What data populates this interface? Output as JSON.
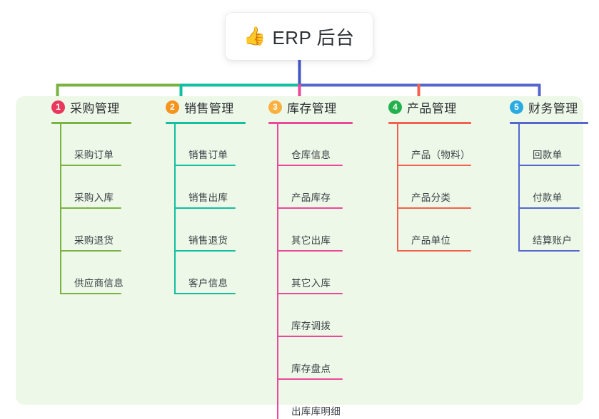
{
  "root": {
    "icon": "thumbs-up-icon",
    "emoji": "👍",
    "title": "ERP 后台"
  },
  "palette": {
    "panel_background": "#eef8e8",
    "page_background": "#ffffff",
    "root_text": "#2f3337",
    "stem_blue": "#4056c4",
    "bar_green": "#79b341",
    "bar_teal": "#12bfa0",
    "bar_blue": "#5566cf"
  },
  "columns": [
    {
      "number": "1",
      "title": "采购管理",
      "badge_color": "#e8395d",
      "rule_color": "#79b341",
      "drop_color": "#79b341",
      "items": [
        "采购订单",
        "采购入库",
        "采购退货",
        "供应商信息"
      ]
    },
    {
      "number": "2",
      "title": "销售管理",
      "badge_color": "#f7941e",
      "rule_color": "#12bfa0",
      "drop_color": "#12bfa0",
      "items": [
        "销售订单",
        "销售出库",
        "销售退货",
        "客户信息"
      ]
    },
    {
      "number": "3",
      "title": "库存管理",
      "badge_color": "#fbb040",
      "rule_color": "#ec4899",
      "drop_color": "#ec4899",
      "items": [
        "仓库信息",
        "产品库存",
        "其它出库",
        "其它入库",
        "库存调拨",
        "库存盘点",
        "出库库明细"
      ]
    },
    {
      "number": "4",
      "title": "产品管理",
      "badge_color": "#22b14c",
      "rule_color": "#f4604e",
      "drop_color": "#f4604e",
      "items": [
        "产品（物料）",
        "产品分类",
        "产品单位"
      ]
    },
    {
      "number": "5",
      "title": "财务管理",
      "badge_color": "#29abe2",
      "rule_color": "#5566cf",
      "drop_color": "#5566cf",
      "items": [
        "回款单",
        "付款单",
        "结算账户"
      ]
    }
  ],
  "chart_data": {
    "type": "diagram",
    "diagram_kind": "mind-map-tree",
    "root_label": "👍 ERP 后台",
    "branch_count": 5,
    "branches": [
      {
        "label": "采购管理",
        "index": 1,
        "leaf_count": 4
      },
      {
        "label": "销售管理",
        "index": 2,
        "leaf_count": 4
      },
      {
        "label": "库存管理",
        "index": 3,
        "leaf_count": 7
      },
      {
        "label": "产品管理",
        "index": 4,
        "leaf_count": 3
      },
      {
        "label": "财务管理",
        "index": 5,
        "leaf_count": 3
      }
    ]
  }
}
